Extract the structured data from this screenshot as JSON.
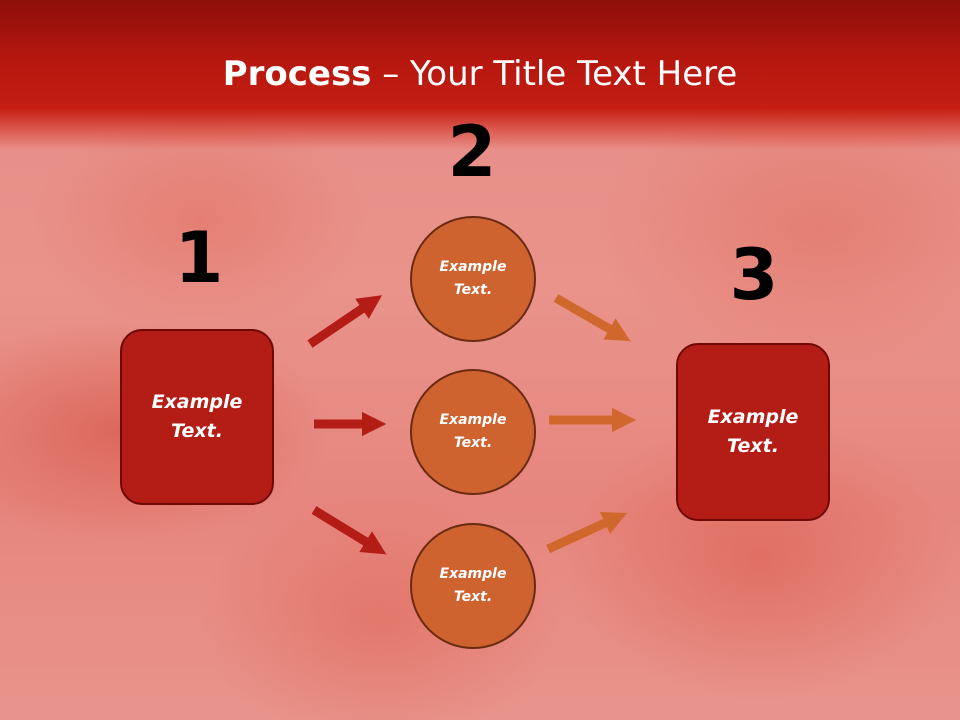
{
  "slide": {
    "title_bold": "Process",
    "title_rest": " – Your Title Text Here"
  },
  "steps": {
    "step1_number": "1",
    "step2_number": "2",
    "step3_number": "3"
  },
  "nodes": {
    "left_box": {
      "line1": "Example",
      "line2": "Text."
    },
    "circle_top": {
      "line1": "Example",
      "line2": "Text."
    },
    "circle_middle": {
      "line1": "Example",
      "line2": "Text."
    },
    "circle_bottom": {
      "line1": "Example",
      "line2": "Text."
    },
    "right_box": {
      "line1": "Example",
      "line2": "Text."
    }
  },
  "colors": {
    "title_bar": "#b5170f",
    "box_fill": "#b41c16",
    "circle_fill": "#ce6330",
    "arrow_red": "#b41c16",
    "arrow_orange": "#d0682e"
  }
}
